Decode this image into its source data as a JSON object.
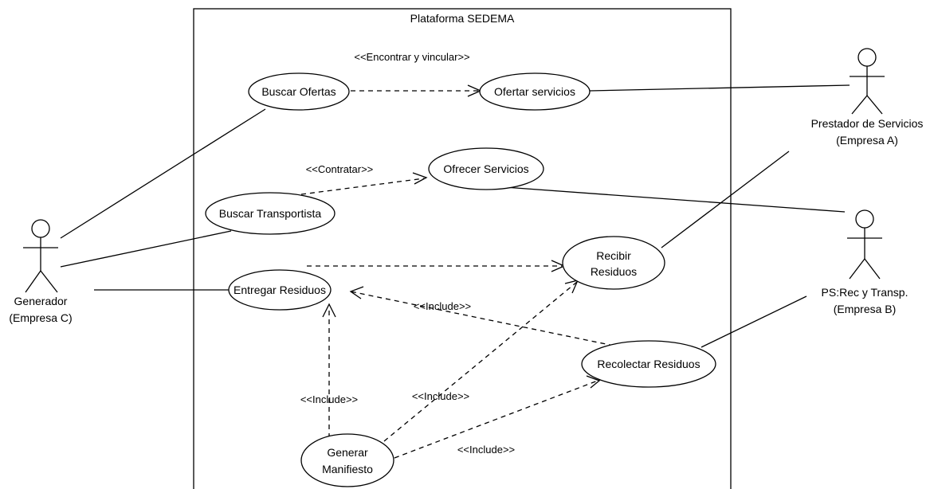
{
  "system": {
    "title": "Plataforma SEDEMA"
  },
  "actors": {
    "generador": {
      "name": "Generador",
      "company": "(Empresa C)"
    },
    "prestador": {
      "name": "Prestador de Servicios",
      "company": "(Empresa A)"
    },
    "ps_rec": {
      "name": "PS:Rec y Transp.",
      "company": "(Empresa B)"
    }
  },
  "use_cases": {
    "buscar_ofertas": "Buscar Ofertas",
    "ofertar_servicios": "Ofertar servicios",
    "ofrecer_servicios": "Ofrecer Servicios",
    "buscar_transportista": "Buscar Transportista",
    "entregar_residuos": "Entregar Residuos",
    "recibir_residuos": {
      "line1": "Recibir",
      "line2": "Residuos"
    },
    "recolectar_residuos": "Recolectar Residuos",
    "generar_manifiesto": {
      "line1": "Generar",
      "line2": "Manifiesto"
    }
  },
  "relations": {
    "encontrar_vincular": "<<Encontrar y vincular>>",
    "contratar": "<<Contratar>>",
    "include_recolectar_entregar": "<<Include>>",
    "include_manifiesto_entregar": "<<Include>>",
    "include_manifiesto_recibir": "<<Include>>",
    "include_manifiesto_recolectar": "<<Include>>"
  }
}
